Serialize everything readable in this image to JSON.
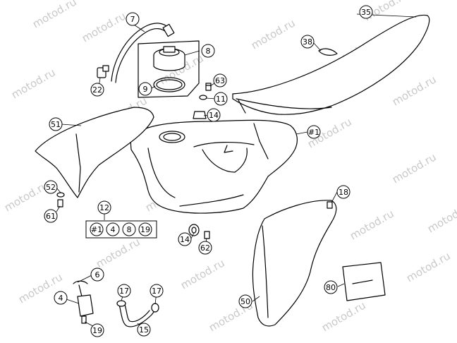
{
  "watermark": "motod.ru",
  "callouts": [
    {
      "id": "c7",
      "label": "7"
    },
    {
      "id": "c8",
      "label": "8"
    },
    {
      "id": "c9",
      "label": "9"
    },
    {
      "id": "c22",
      "label": "22"
    },
    {
      "id": "c35",
      "label": "35"
    },
    {
      "id": "c38",
      "label": "38"
    },
    {
      "id": "c63",
      "label": "63"
    },
    {
      "id": "c11",
      "label": "11"
    },
    {
      "id": "c14a",
      "label": "14"
    },
    {
      "id": "c51",
      "label": "51"
    },
    {
      "id": "c1a",
      "label": "#1"
    },
    {
      "id": "c52",
      "label": "52"
    },
    {
      "id": "c61",
      "label": "61"
    },
    {
      "id": "c18",
      "label": "18"
    },
    {
      "id": "c12",
      "label": "12"
    },
    {
      "id": "c14b",
      "label": "14"
    },
    {
      "id": "c62",
      "label": "62"
    },
    {
      "id": "c6",
      "label": "6"
    },
    {
      "id": "c4",
      "label": "4"
    },
    {
      "id": "c19",
      "label": "19"
    },
    {
      "id": "c17a",
      "label": "17"
    },
    {
      "id": "c17b",
      "label": "17"
    },
    {
      "id": "c15",
      "label": "15"
    },
    {
      "id": "c50",
      "label": "50"
    },
    {
      "id": "c80",
      "label": "80"
    }
  ],
  "kit": {
    "members": [
      "#1",
      "4",
      "8",
      "19"
    ]
  }
}
